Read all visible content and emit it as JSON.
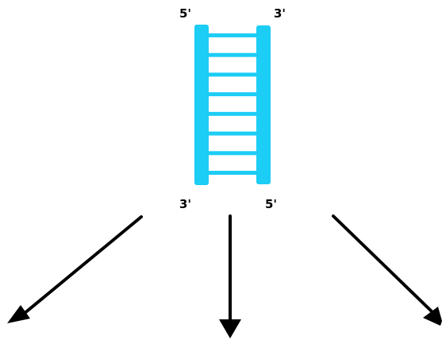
{
  "diagram": {
    "labels": {
      "top_left": "5'",
      "top_right": "3'",
      "bottom_left": "3'",
      "bottom_right": "5'"
    },
    "ladder": {
      "color": "#1ccdf5",
      "rung_count": 8
    },
    "arrows": {
      "color": "#000000",
      "count": 3,
      "directions": [
        "down-left",
        "down",
        "down-right"
      ]
    }
  }
}
